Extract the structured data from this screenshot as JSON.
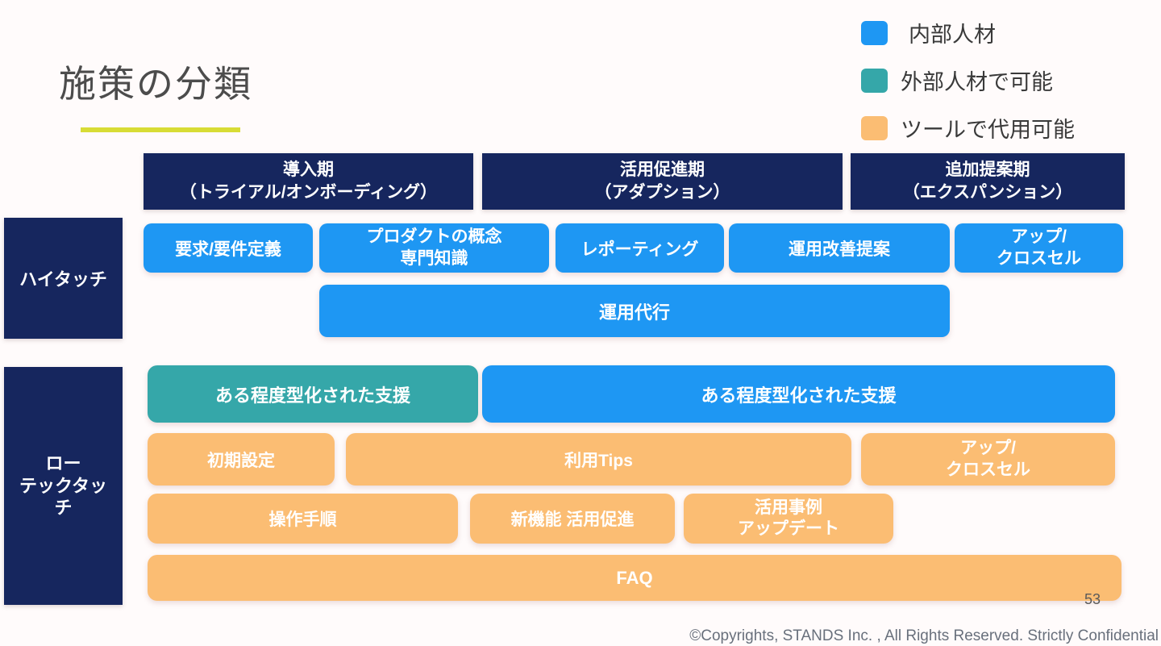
{
  "slide": {
    "title": "施策の分類",
    "page_number": "53",
    "footer_copyright": "©Copyrights, STANDS Inc. , All Rights Reserved. Strictly Confidential"
  },
  "colors": {
    "internal_blue": "#1E97F3",
    "external_teal": "#35A7A9",
    "tool_orange": "#FBBD73",
    "header_navy": "#16265E",
    "title_underline": "#D8DC35"
  },
  "legend": [
    {
      "label": "内部人材",
      "color": "#1E97F3"
    },
    {
      "label": "外部人材で可能",
      "color": "#35A7A9"
    },
    {
      "label": "ツールで代用可能",
      "color": "#FBBD73"
    }
  ],
  "phases": [
    {
      "title": "導入期",
      "subtitle": "（トライアル/オンボーディング）"
    },
    {
      "title": "活用促進期",
      "subtitle": "（アダプション）"
    },
    {
      "title": "追加提案期",
      "subtitle": "（エクスパンション）"
    }
  ],
  "high_touch": {
    "row_label": "ハイタッチ",
    "boxes": [
      {
        "label": "要求/要件定義",
        "category": "内部人材"
      },
      {
        "label": "プロダクトの概念\n専門知識",
        "category": "内部人材"
      },
      {
        "label": "レポーティング",
        "category": "内部人材"
      },
      {
        "label": "運用改善提案",
        "category": "内部人材"
      },
      {
        "label": "アップ/\nクロスセル",
        "category": "内部人材"
      },
      {
        "label": "運用代行",
        "category": "内部人材"
      }
    ]
  },
  "low_tech_touch": {
    "row_label": "ロー\nテックタッ\nチ",
    "boxes": [
      {
        "label": "ある程度型化された支援",
        "category": "外部人材で可能"
      },
      {
        "label": "ある程度型化された支援",
        "category": "内部人材"
      },
      {
        "label": "初期設定",
        "category": "ツールで代用可能"
      },
      {
        "label": "利用Tips",
        "category": "ツールで代用可能"
      },
      {
        "label": "アップ/\nクロスセル",
        "category": "ツールで代用可能"
      },
      {
        "label": "操作手順",
        "category": "ツールで代用可能"
      },
      {
        "label": "新機能 活用促進",
        "category": "ツールで代用可能"
      },
      {
        "label": "活用事例\nアップデート",
        "category": "ツールで代用可能"
      },
      {
        "label": "FAQ",
        "category": "ツールで代用可能"
      }
    ]
  }
}
